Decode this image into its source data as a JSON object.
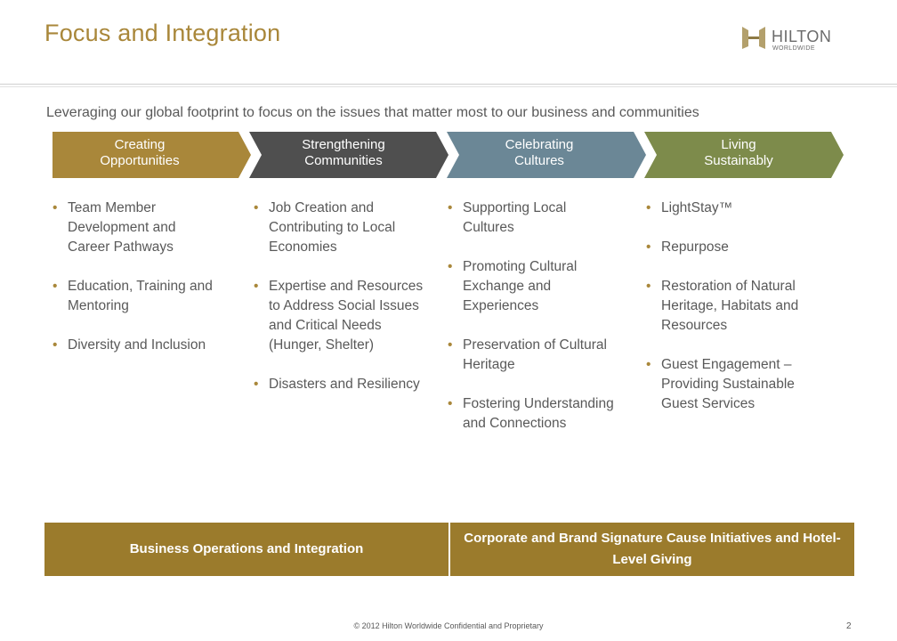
{
  "title": "Focus and Integration",
  "logo": {
    "brand": "HILTON",
    "sub": "WORLDWIDE"
  },
  "tagline": "Leveraging our global footprint to focus on the issues that matter most to our business and communities",
  "colors": {
    "gold": "#a9873a",
    "dark_gray": "#4f4f4f",
    "slate_blue": "#6b8796",
    "olive": "#7d8b4b",
    "bar_gold": "#9b7b2c"
  },
  "pillars": [
    {
      "label": "Creating\nOpportunities",
      "color": "#a9873a",
      "items": [
        "Team Member Development and Career Pathways",
        "Education, Training and Mentoring",
        "Diversity and Inclusion"
      ]
    },
    {
      "label": "Strengthening\nCommunities",
      "color": "#4f4f4f",
      "items": [
        "Job Creation and Contributing to Local Economies",
        "Expertise and Resources to Address Social Issues and Critical Needs (Hunger, Shelter)",
        "Disasters and Resiliency"
      ]
    },
    {
      "label": "Celebrating\nCultures",
      "color": "#6b8796",
      "items": [
        "Supporting Local Cultures",
        "Promoting Cultural Exchange and Experiences",
        "Preservation of Cultural Heritage",
        "Fostering Understanding and Connections"
      ]
    },
    {
      "label": "Living\nSustainably",
      "color": "#7d8b4b",
      "items": [
        "LightStay™",
        "Repurpose",
        "Restoration of Natural Heritage, Habitats and Resources",
        "Guest Engagement – Providing Sustainable Guest Services"
      ]
    }
  ],
  "bars": {
    "left": "Business Operations and Integration",
    "right": "Corporate and Brand Signature Cause Initiatives and Hotel-Level Giving"
  },
  "footer": "© 2012 Hilton Worldwide Confidential and Proprietary",
  "page_number": "2"
}
